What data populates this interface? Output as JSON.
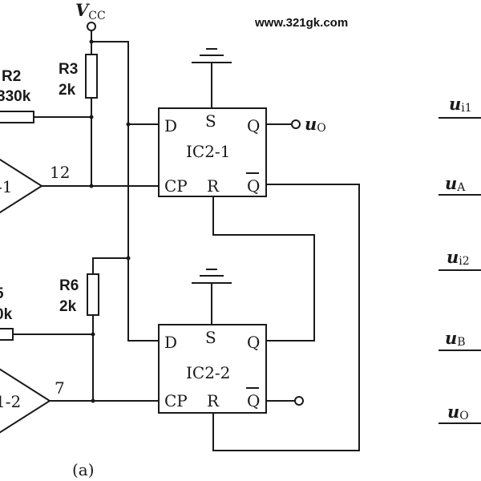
{
  "watermark": "www.321gk.com",
  "vcc": {
    "main": "V",
    "sub": "CC"
  },
  "resistors": {
    "r2": {
      "name": "R2",
      "value": "330k"
    },
    "r3": {
      "name": "R3",
      "value": "2k"
    },
    "r5": {
      "name": "5",
      "value": "0k"
    },
    "r6": {
      "name": "R6",
      "value": "2k"
    }
  },
  "amplifiers": {
    "amp1": {
      "label": "-1",
      "pin": "12"
    },
    "amp2": {
      "label": "1-2",
      "pin": "7"
    }
  },
  "flipflops": {
    "ic1": {
      "name": "IC2-1",
      "d": "D",
      "s": "S",
      "q": "Q",
      "cp": "CP",
      "r": "R",
      "qbar": "Q"
    },
    "ic2": {
      "name": "IC2-2",
      "d": "D",
      "s": "S",
      "q": "Q",
      "cp": "CP",
      "r": "R",
      "qbar": "Q"
    }
  },
  "output": {
    "main": "u",
    "sub": "O"
  },
  "caption": "(a)",
  "waveforms": [
    {
      "main": "u",
      "sub": "i1"
    },
    {
      "main": "u",
      "sub": "A"
    },
    {
      "main": "u",
      "sub": "i2"
    },
    {
      "main": "u",
      "sub": "B"
    },
    {
      "main": "u",
      "sub": "O"
    }
  ]
}
